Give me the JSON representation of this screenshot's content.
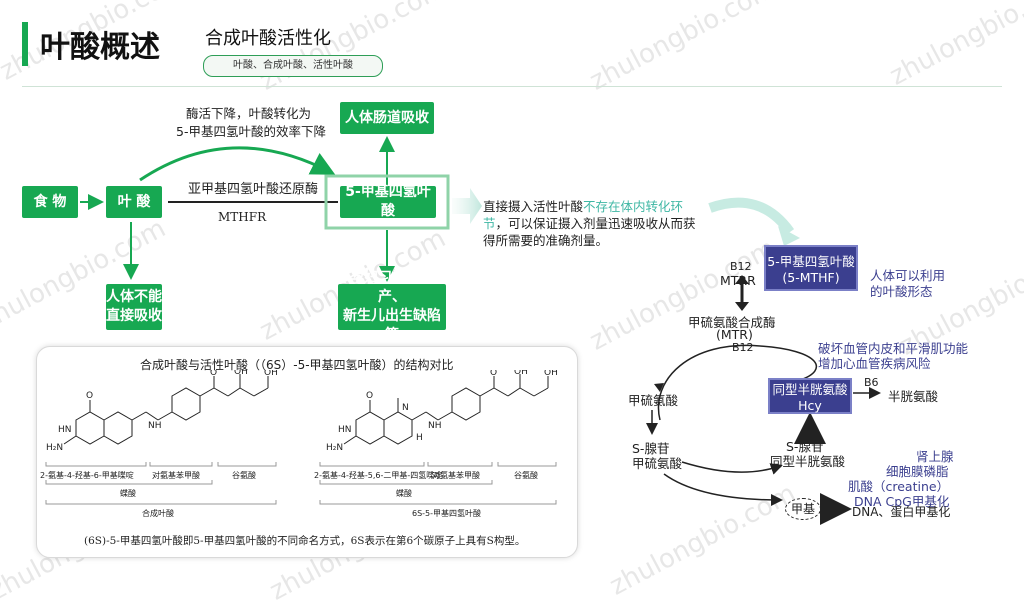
{
  "header": {
    "title": "叶酸概述",
    "subtitle": "合成叶酸活性化",
    "tag": "叶酸、合成叶酸、活性叶酸"
  },
  "watermark": "zhulongbio.com",
  "flow": {
    "food": "食 物",
    "folic": "叶 酸",
    "mthf_box": "5-甲基四氢叶酸",
    "absorb": "人体肠道吸收",
    "cannot_absorb": [
      "人体不能",
      "直接吸收"
    ],
    "risk": [
      "孕妇习惯性流产、",
      "新生儿出生缺陷等"
    ],
    "enzyme_name": "亚甲基四氢叶酸还原酶",
    "enzyme_abbr": "MTHFR",
    "enzyme_note": [
      "酶活下降，叶酸转化为",
      "5-甲基四氢叶酸的效率下降"
    ]
  },
  "middle": {
    "text_pre": "直接摄入活性叶酸",
    "text_highlight": "不存在体内转化环节",
    "text_post": "，可以保证摄入剂量迅速吸收从而获得所需要的准确剂量。"
  },
  "structure": {
    "title": "合成叶酸与活性叶酸（（6S）-5-甲基四氢叶酸）的结构对比",
    "left_parts": [
      "2-氨基-4-羟基-6-甲基喋啶",
      "对氨基苯甲酸",
      "谷氨酸"
    ],
    "left_group": "蝶酸",
    "left_name": "合成叶酸",
    "right_parts": [
      "2-氨基-4-羟基-5,6-二甲基-四氢喋啶",
      "对氨基苯甲酸",
      "谷氨酸"
    ],
    "right_group": "蝶酸",
    "right_name": "6S-5-甲基四氢叶酸",
    "note": "(6S)-5-甲基四氢叶酸即5-甲基四氢叶酸的不同命名方式，6S表示在第6个碳原子上具有S构型。",
    "atoms": {
      "o": "O",
      "oh": "OH",
      "nh": "NH",
      "h": "H",
      "n": "N",
      "hn": "HN",
      "h2n": "H₂N"
    }
  },
  "cycle": {
    "mthf": [
      "5-甲基四氢叶酸",
      "(5-MTHF)"
    ],
    "mthf_note": [
      "人体可以利用",
      "的叶酸形态"
    ],
    "b12_top": "B12",
    "mtrr": "MTRR",
    "mtr": [
      "甲硫氨酸合成酶",
      "(MTR)"
    ],
    "b12_cycle": "B12",
    "methionine": "甲硫氨酸",
    "sam": [
      "S-腺苷",
      "甲硫氨酸"
    ],
    "sah": [
      "S-腺苷",
      "同型半胱氨酸"
    ],
    "hcy": [
      "同型半胱氨酸",
      "Hcy"
    ],
    "hcy_note": [
      "破坏血管内皮和平滑肌功能",
      "增加心血管疾病风险"
    ],
    "b6": "B6",
    "cysteine": "半胱氨酸",
    "products": [
      "肾上腺",
      "细胞膜磷脂",
      "肌酸（creatine）",
      "DNA CpG甲基化"
    ],
    "methyl": "甲基",
    "methyl_target": "DNA、蛋白甲基化"
  },
  "colors": {
    "green": "#17a852",
    "purple": "#3b3f8f",
    "red": "#e0443b",
    "teal": "#3fb7a4"
  }
}
